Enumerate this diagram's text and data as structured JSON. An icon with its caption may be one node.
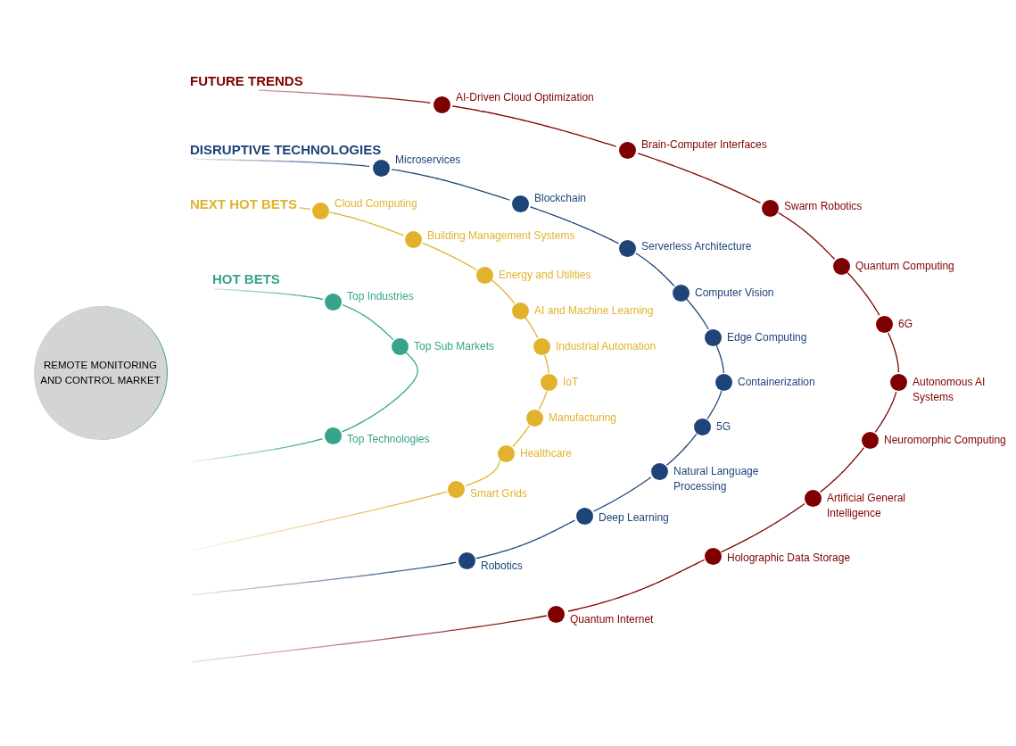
{
  "diagram": {
    "nodes": [
      {
        "text": [
          "REMOTE MONITORING AND CONTROL MARKET"
        ]
      },
      {
        "text": [
          "FUTURE TRENDS"
        ]
      },
      {
        "text": [
          "AI-Driven Cloud Optimization"
        ]
      },
      {
        "text": [
          "Brain-Computer Interfaces"
        ]
      },
      {
        "text": [
          "Swarm Robotics"
        ]
      },
      {
        "text": [
          "Quantum Computing"
        ]
      },
      {
        "text": [
          "6G"
        ]
      },
      {
        "text": [
          "Autonomous AI Systems"
        ]
      },
      {
        "text": [
          "Neuromorphic Computing"
        ]
      },
      {
        "text": [
          "Artificial General Intelligence"
        ]
      },
      {
        "text": [
          "Holographic Data Storage"
        ]
      },
      {
        "text": [
          "Quantum Internet"
        ]
      },
      {
        "text": [
          "DISRUPTIVE TECHNOLOGIES"
        ]
      },
      {
        "text": [
          "Microservices"
        ]
      },
      {
        "text": [
          "Blockchain"
        ]
      },
      {
        "text": [
          "Serverless Architecture"
        ]
      },
      {
        "text": [
          "Computer Vision"
        ]
      },
      {
        "text": [
          "Edge Computing"
        ]
      },
      {
        "text": [
          "Containerization"
        ]
      },
      {
        "text": [
          "5G"
        ]
      },
      {
        "text": [
          "Natural Language Processing"
        ]
      },
      {
        "text": [
          "Deep Learning"
        ]
      },
      {
        "text": [
          "Robotics"
        ]
      },
      {
        "text": [
          "NEXT HOT BETS"
        ]
      },
      {
        "text": [
          "Cloud Computing"
        ]
      },
      {
        "text": [
          "Building Management Systems"
        ]
      },
      {
        "text": [
          "Energy and Utilities"
        ]
      },
      {
        "text": [
          "AI and Machine Learning"
        ]
      },
      {
        "text": [
          "Industrial Automation"
        ]
      },
      {
        "text": [
          "IoT"
        ]
      },
      {
        "text": [
          "Manufacturing"
        ]
      },
      {
        "text": [
          "Healthcare"
        ]
      },
      {
        "text": [
          "Smart Grids"
        ]
      },
      {
        "text": [
          "HOT BETS"
        ]
      },
      {
        "text": [
          "Top Industries"
        ]
      },
      {
        "text": [
          "Top Sub Markets"
        ]
      },
      {
        "text": [
          "Top Technologies"
        ]
      }
    ],
    "edges": [
      {
        "from": 1,
        "to": 2,
        "arrow": "none",
        "color": "#7f0000"
      },
      {
        "from": 2,
        "to": 3,
        "arrow": "none",
        "color": "#7f0000"
      },
      {
        "from": 3,
        "to": 4,
        "arrow": "none",
        "color": "#7f0000"
      },
      {
        "from": 4,
        "to": 5,
        "arrow": "none",
        "color": "#7f0000"
      },
      {
        "from": 5,
        "to": 6,
        "arrow": "none",
        "color": "#7f0000"
      },
      {
        "from": 6,
        "to": 7,
        "arrow": "none",
        "color": "#7f0000"
      },
      {
        "from": 7,
        "to": 8,
        "arrow": "none",
        "color": "#7f0000"
      },
      {
        "from": 8,
        "to": 9,
        "arrow": "none",
        "color": "#7f0000"
      },
      {
        "from": 9,
        "to": 10,
        "arrow": "none",
        "color": "#7f0000"
      },
      {
        "from": 10,
        "to": 11,
        "arrow": "none",
        "color": "#7f0000"
      },
      {
        "from": 11,
        "to": null,
        "arrow": "none",
        "color": "#7f0000"
      },
      {
        "from": 12,
        "to": 13,
        "arrow": "none",
        "color": "#1e4478"
      },
      {
        "from": 13,
        "to": 14,
        "arrow": "none",
        "color": "#1e4478"
      },
      {
        "from": 14,
        "to": 15,
        "arrow": "none",
        "color": "#1e4478"
      },
      {
        "from": 15,
        "to": 16,
        "arrow": "none",
        "color": "#1e4478"
      },
      {
        "from": 16,
        "to": 17,
        "arrow": "none",
        "color": "#1e4478"
      },
      {
        "from": 17,
        "to": 18,
        "arrow": "none",
        "color": "#1e4478"
      },
      {
        "from": 18,
        "to": 19,
        "arrow": "none",
        "color": "#1e4478"
      },
      {
        "from": 19,
        "to": 20,
        "arrow": "none",
        "color": "#1e4478"
      },
      {
        "from": 20,
        "to": 21,
        "arrow": "none",
        "color": "#1e4478"
      },
      {
        "from": 21,
        "to": 22,
        "arrow": "none",
        "color": "#1e4478"
      },
      {
        "from": 22,
        "to": null,
        "arrow": "none",
        "color": "#1e4478"
      },
      {
        "from": 23,
        "to": 24,
        "arrow": "none",
        "color": "#e2b22d"
      },
      {
        "from": 24,
        "to": 25,
        "arrow": "none",
        "color": "#e2b22d"
      },
      {
        "from": 25,
        "to": 26,
        "arrow": "none",
        "color": "#e2b22d"
      },
      {
        "from": 26,
        "to": 27,
        "arrow": "none",
        "color": "#e2b22d"
      },
      {
        "from": 27,
        "to": 28,
        "arrow": "none",
        "color": "#e2b22d"
      },
      {
        "from": 28,
        "to": 29,
        "arrow": "none",
        "color": "#e2b22d"
      },
      {
        "from": 29,
        "to": 30,
        "arrow": "none",
        "color": "#e2b22d"
      },
      {
        "from": 30,
        "to": 31,
        "arrow": "none",
        "color": "#e2b22d"
      },
      {
        "from": 31,
        "to": 32,
        "arrow": "none",
        "color": "#e2b22d"
      },
      {
        "from": 32,
        "to": null,
        "arrow": "none",
        "color": "#e2b22d"
      },
      {
        "from": 33,
        "to": 34,
        "arrow": "none",
        "color": "#36a38c"
      },
      {
        "from": 34,
        "to": 35,
        "arrow": "none",
        "color": "#36a38c"
      },
      {
        "from": 35,
        "to": 36,
        "arrow": "none",
        "color": "#36a38c"
      },
      {
        "from": 36,
        "to": null,
        "arrow": "none",
        "color": "#36a38c"
      }
    ]
  }
}
